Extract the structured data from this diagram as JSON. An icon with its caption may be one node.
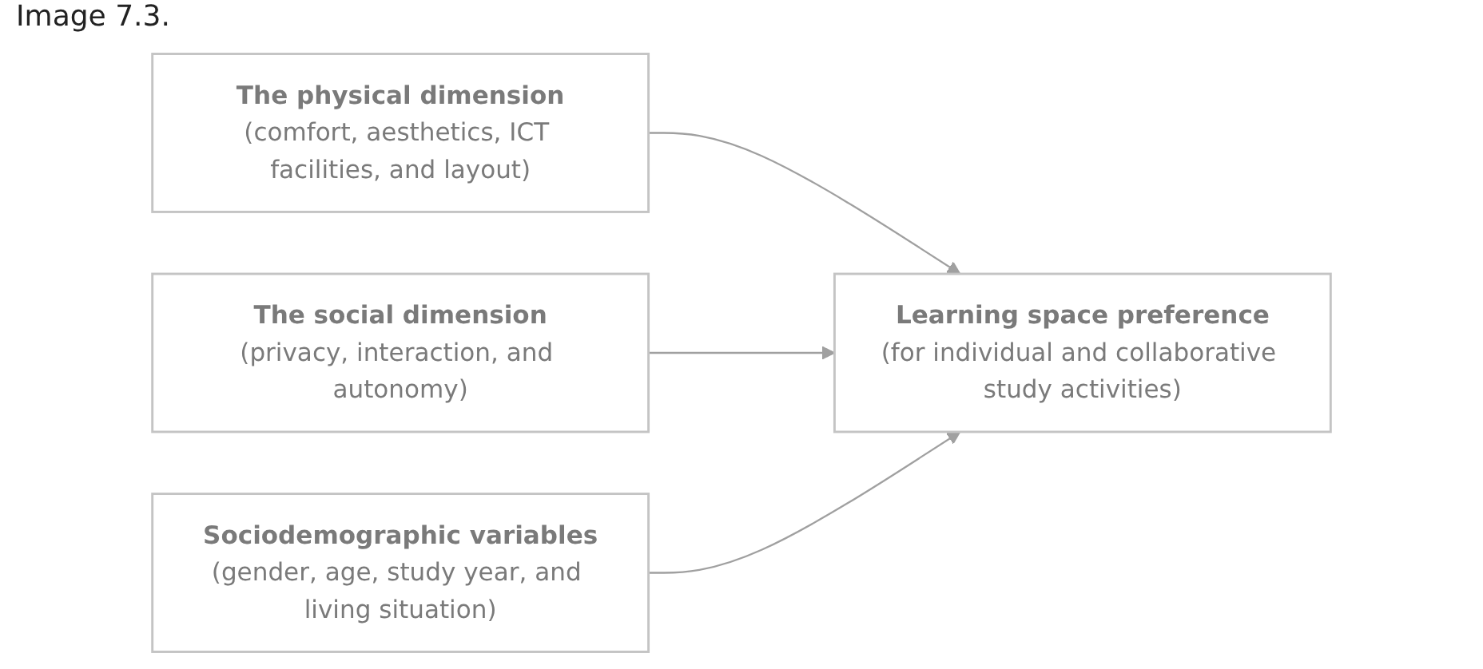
{
  "diagram": {
    "title": "Image 7.3.",
    "nodes": [
      {
        "text": [
          "The physical dimension",
          "(comfort, aesthetics, ICT facilities, and layout)"
        ]
      },
      {
        "text": [
          "The social dimension",
          "(privacy, interaction, and autonomy)"
        ]
      },
      {
        "text": [
          "Learning space preference",
          "(for individual and collaborative study activities)"
        ]
      },
      {
        "text": [
          "Sociodemographic variables",
          "(gender, age, study year, and living situation)"
        ]
      }
    ],
    "edges": [
      {
        "from": 0,
        "to": 2,
        "arrow": "to"
      },
      {
        "from": 1,
        "to": 2,
        "arrow": "to"
      },
      {
        "from": 3,
        "to": 2,
        "arrow": "to"
      }
    ]
  }
}
